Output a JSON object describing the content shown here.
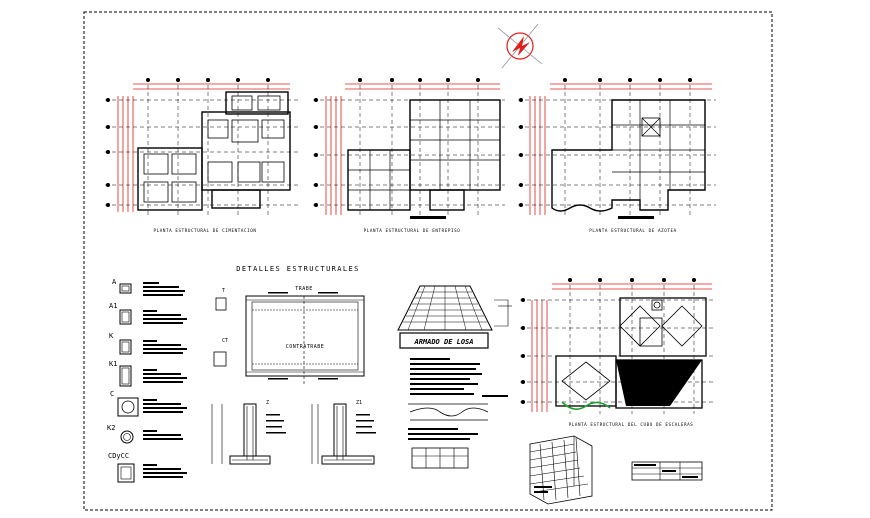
{
  "sheet": {
    "plan_titles": [
      "PLANTA ESTRUCTURAL DE CIMENTACION",
      "PLANTA ESTRUCTURAL DE ENTREPISO",
      "PLANTA ESTRUCTURAL DE AZOTEA",
      "PLANTA ESTRUCTURAL DEL CUBO DE ESCALERAS"
    ],
    "details_title": "DETALLES ESTRUCTURALES",
    "column_labels": [
      "A",
      "A1",
      "K",
      "K1",
      "C",
      "K2",
      "CDyCC"
    ],
    "trabe_label": "TRABE",
    "contratrabe_label": "CONTRATRABE",
    "t_label": "T",
    "ct_label": "CT",
    "z_label": "Z",
    "z1_label": "Z1",
    "losa_title": "ARMADO DE LOSA"
  },
  "colors": {
    "linework": "#000000",
    "grid_red": "#e0201c",
    "accent_green": "#20a030",
    "paper": "#ffffff"
  }
}
